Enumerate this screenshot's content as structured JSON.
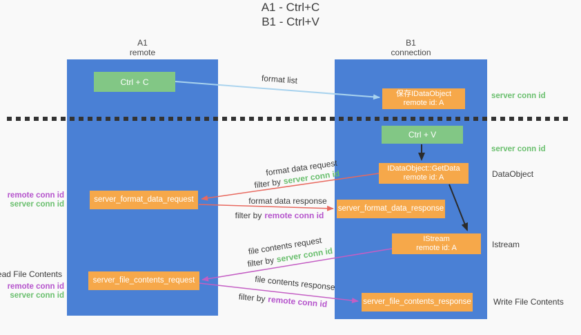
{
  "title": {
    "line1": "A1 - Ctrl+C",
    "line2": "B1 - Ctrl+V"
  },
  "columns": {
    "left": {
      "title": "A1",
      "subtitle": "remote"
    },
    "right": {
      "title": "B1",
      "subtitle": "connection"
    }
  },
  "nodes": {
    "ctrl_c": {
      "label": "Ctrl + C"
    },
    "ctrl_v": {
      "label": "Ctrl + V"
    },
    "save_idataobject": {
      "line1": "保存IDataObject",
      "line2": "remote id: A"
    },
    "idataobject_getdata": {
      "line1": "IDataObject::GetData",
      "line2": "remote id: A"
    },
    "istream": {
      "line1": "IStream",
      "line2": "remote id: A"
    },
    "server_format_data_request": {
      "label": "server_format_data_request"
    },
    "server_format_data_response": {
      "label": "server_format_data_response"
    },
    "server_file_contents_request": {
      "label": "server_file_contents_request"
    },
    "server_file_contents_response": {
      "label": "server_file_contents_response"
    }
  },
  "edge_labels": {
    "format_list": "format list",
    "format_data_request": "format data request",
    "format_data_response": "format data response",
    "file_contents_request": "file contents request",
    "file_contents_response": "file contents response",
    "filter_by": "filter by",
    "server_conn_id": "server conn id",
    "remote_conn_id": "remote conn id"
  },
  "side_labels": {
    "right_server_conn_id_top": "server conn id",
    "right_server_conn_id_mid": "server conn id",
    "right_dataobject": "DataObject",
    "right_istream": "Istream",
    "right_write_file_contents": "Write File Contents",
    "left_remote_conn_id_format": "remote conn id",
    "left_server_conn_id_format": "server conn id",
    "left_read_file_contents": "Read File Contents",
    "left_remote_conn_id_file": "remote conn id",
    "left_server_conn_id_file": "server conn id"
  },
  "colors": {
    "column_blue": "#4a80d5",
    "box_green": "#82c785",
    "box_orange": "#f6a84a",
    "arrow_blue": "#a9d3ee",
    "arrow_red": "#e8695f",
    "arrow_magenta": "#c45ec4",
    "arrow_black": "#2b2b2b",
    "label_green": "#6abf6e",
    "label_purple": "#b554cc",
    "divider_black": "#333333"
  }
}
